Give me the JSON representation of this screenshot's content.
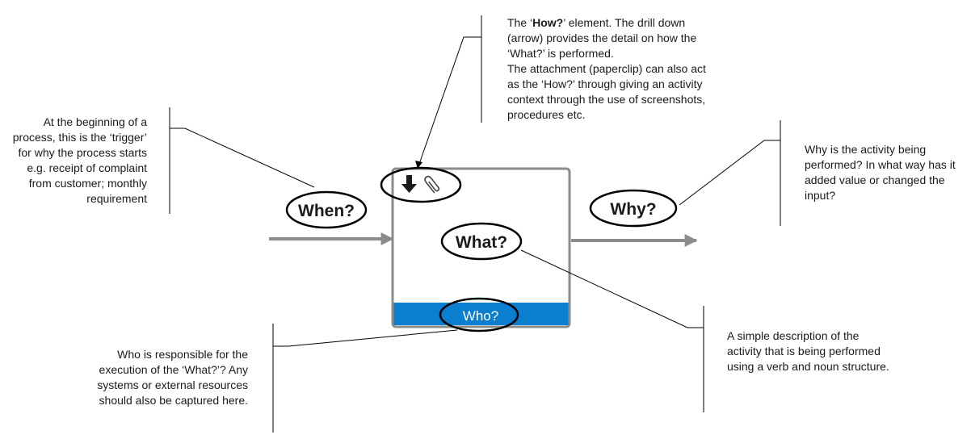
{
  "colors": {
    "line": "#000000",
    "arrow": "#8c8c8c",
    "box_border": "#8c8c8c",
    "who_bar": "#0a7fd0",
    "text": "#1a1a1a",
    "who_text": "#ffffff"
  },
  "labels": {
    "when": "When?",
    "why": "Why?",
    "what": "What?",
    "who": "Who?"
  },
  "icons": {
    "drill_down": "arrow-down-icon",
    "attachment": "paperclip-icon"
  },
  "notes": {
    "when": "At the beginning of a process, this is the ‘trigger’ for why the process starts e.g. receipt of complaint from customer; monthly requirement",
    "how_prefix": "The ‘",
    "how_bold": "How?",
    "how_suffix": "’ element. The drill down (arrow) provides the detail on how the ‘What?’ is performed.",
    "how_attachment": "The attachment (paperclip) can also act as the ‘How?’ through giving an activity context through the use of screenshots, procedures etc.",
    "why": "Why is the activity being performed? In what way has it added value or changed the input?",
    "who": "Who is responsible for the execution of the ‘What?’? Any systems or external resources should also be captured here.",
    "what": "A simple description of the activity that is being performed using a verb and noun structure."
  }
}
